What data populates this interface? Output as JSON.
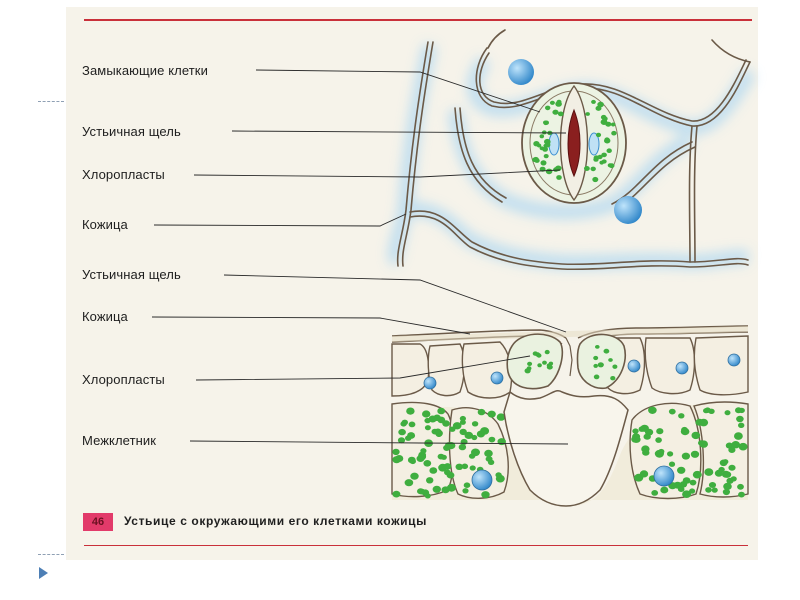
{
  "labels": {
    "guard_cells": "Замыкающие клетки",
    "stomatal_slit_top": "Устьичная щель",
    "chloroplasts_top": "Хлоропласты",
    "epidermis_top": "Кожица",
    "stomatal_slit_side": "Устьичная  щель",
    "epidermis_side": "Кожица",
    "chloroplasts_side": "Хлоропласты",
    "intercellular_space": "Межклетник"
  },
  "caption": {
    "number": "46",
    "text": "Устьице с окружающими его клетками кожицы"
  },
  "colors": {
    "accent_rule": "#c9303a",
    "figure_badge": "#e23a6a",
    "chloroplast": "#3fae3f",
    "nucleus": "#3a8fd0",
    "cell_wall": "#6b5a48",
    "tissue_glow": "#cfe6f3",
    "slit": "#8a1f1f"
  }
}
